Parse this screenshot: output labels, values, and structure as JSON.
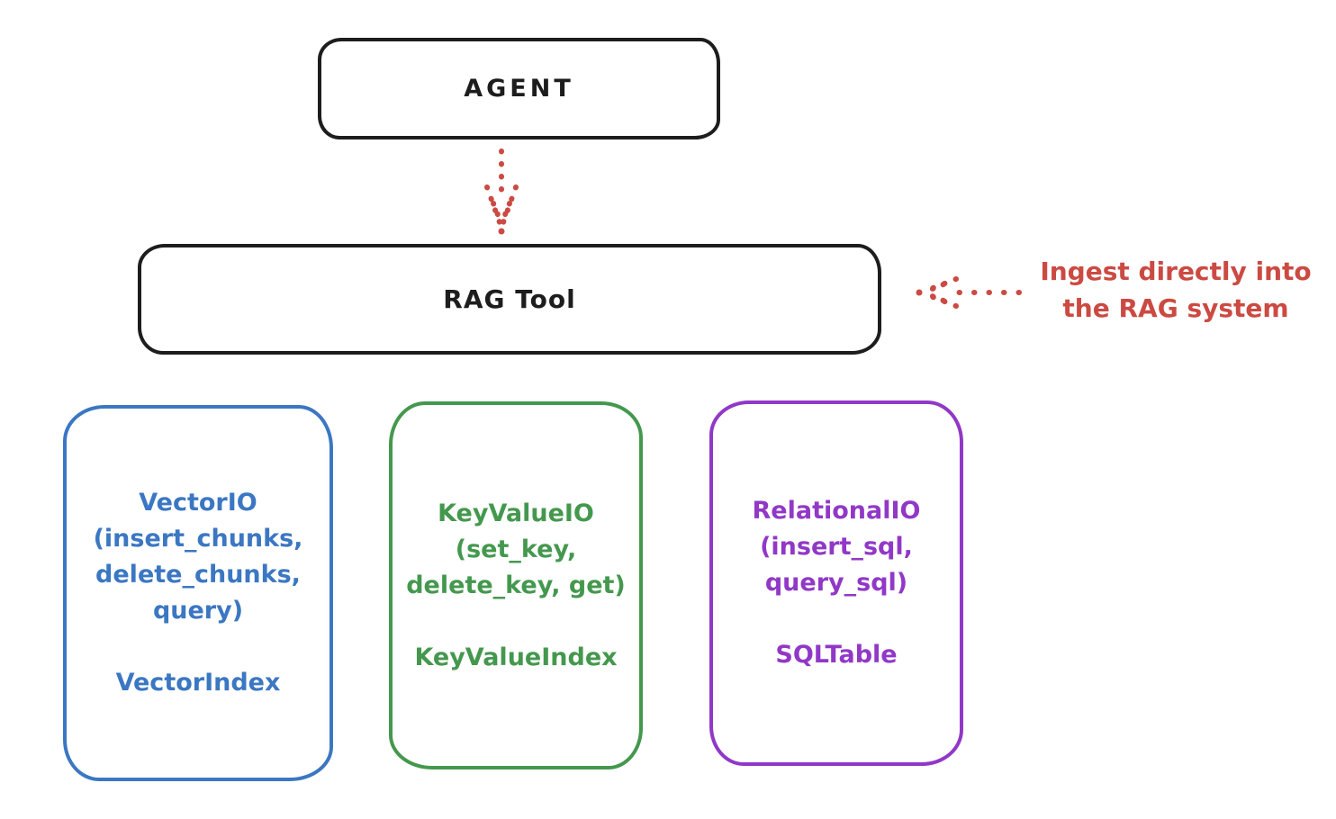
{
  "colors": {
    "background": "#ffffff",
    "ink": "#1d1d1d",
    "red": "#cb4a42",
    "blue": "#3b77c2",
    "green": "#44984e",
    "purple": "#9138c7"
  },
  "nodes": {
    "agent": {
      "label": "AGENT"
    },
    "rag_tool": {
      "label": "RAG Tool"
    },
    "vector_io": {
      "lines": [
        "VectorIO",
        "(insert_chunks,",
        "delete_chunks,",
        "query)"
      ],
      "index_label": "VectorIndex",
      "color": "#3b77c2"
    },
    "key_value_io": {
      "lines": [
        "KeyValueIO",
        "(set_key,",
        "delete_key, get)"
      ],
      "index_label": "KeyValueIndex",
      "color": "#44984e"
    },
    "relational_io": {
      "lines": [
        "RelationalIO",
        "(insert_sql,",
        "query_sql)"
      ],
      "index_label": "SQLTable",
      "color": "#9138c7"
    }
  },
  "annotation": {
    "line1": "Ingest directly into",
    "line2": "the RAG system",
    "color": "#cb4a42"
  },
  "arrows": {
    "agent_to_rag": "dotted-down-arrow",
    "ingest_to_rag": "dotted-left-arrow"
  }
}
